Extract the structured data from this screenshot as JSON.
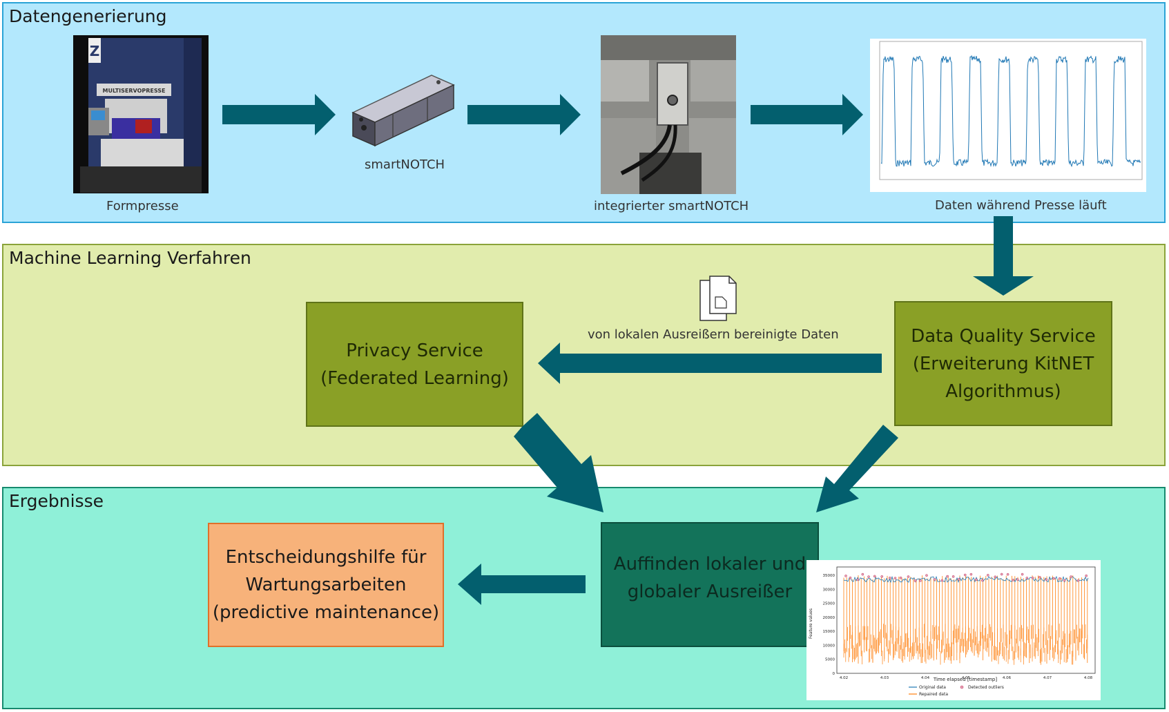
{
  "sections": {
    "datengenerierung": {
      "title": "Datengenerierung"
    },
    "machine_learning": {
      "title": "Machine Learning Verfahren"
    },
    "ergebnisse": {
      "title": "Ergebnisse"
    }
  },
  "captions": {
    "formpresse": "Formpresse",
    "smartnotch": "smartNOTCH",
    "integrierter": "integrierter smartNOTCH",
    "daten_presse": "Daten während Presse läuft",
    "bereinigte_daten": "von lokalen Ausreißern bereinigte Daten"
  },
  "press_labels": {
    "brand_mark": "Z",
    "model": "MULTISERVOPRESSE"
  },
  "boxes": {
    "privacy": {
      "line1": "Privacy Service",
      "line2": "(Federated Learning)"
    },
    "data_quality": {
      "line1": "Data Quality Service",
      "line2": "(Erweiterung KitNET",
      "line3": "Algorithmus)"
    },
    "maintenance": {
      "line1": "Entscheidungshilfe für",
      "line2": "Wartungsarbeiten",
      "line3": "(predictive maintenance)"
    },
    "outliers": {
      "line1": "Auffinden lokaler und",
      "line2": "globaler Ausreißer"
    }
  },
  "colors": {
    "arrow": "#035f6e",
    "band1": "#b3e8fd",
    "band2": "#e1ecad",
    "band3": "#8ff0d8",
    "green_box": "#8aa026",
    "orange_box": "#f7b27a",
    "dark_teal_box": "#13735a",
    "plot_blue": "#1f77b4",
    "plot_orange": "#ff7f0e"
  },
  "icons": [
    "document-copy-icon"
  ],
  "outlier_plot": {
    "ylabel": "Feature values",
    "xlabel": "Time elapsed [timestamp]",
    "yticks": [
      "0",
      "5000",
      "10000",
      "15000",
      "20000",
      "25000",
      "30000",
      "35000"
    ],
    "xticks": [
      "4.02",
      "4.03",
      "4.04",
      "4.05",
      "4.06",
      "4.07",
      "4.08"
    ],
    "legend": {
      "original": "Original data",
      "repaired": "Repaired data",
      "outliers": "Detected outliers"
    }
  }
}
